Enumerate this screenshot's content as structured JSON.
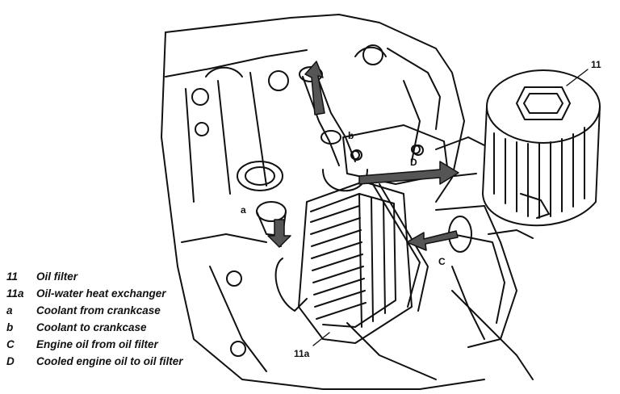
{
  "callouts": {
    "oil_filter": "11",
    "heat_exchanger": "11a",
    "a": "a",
    "b": "b",
    "c": "C",
    "d": "D"
  },
  "legend": [
    {
      "key": "11",
      "text": "Oil filter"
    },
    {
      "key": "11a",
      "text": "Oil-water heat exchanger"
    },
    {
      "key": "a",
      "text": "Coolant from crankcase"
    },
    {
      "key": "b",
      "text": "Coolant to crankcase"
    },
    {
      "key": "C",
      "text": "Engine oil from oil filter"
    },
    {
      "key": "D",
      "text": "Cooled engine oil to oil filter"
    }
  ]
}
